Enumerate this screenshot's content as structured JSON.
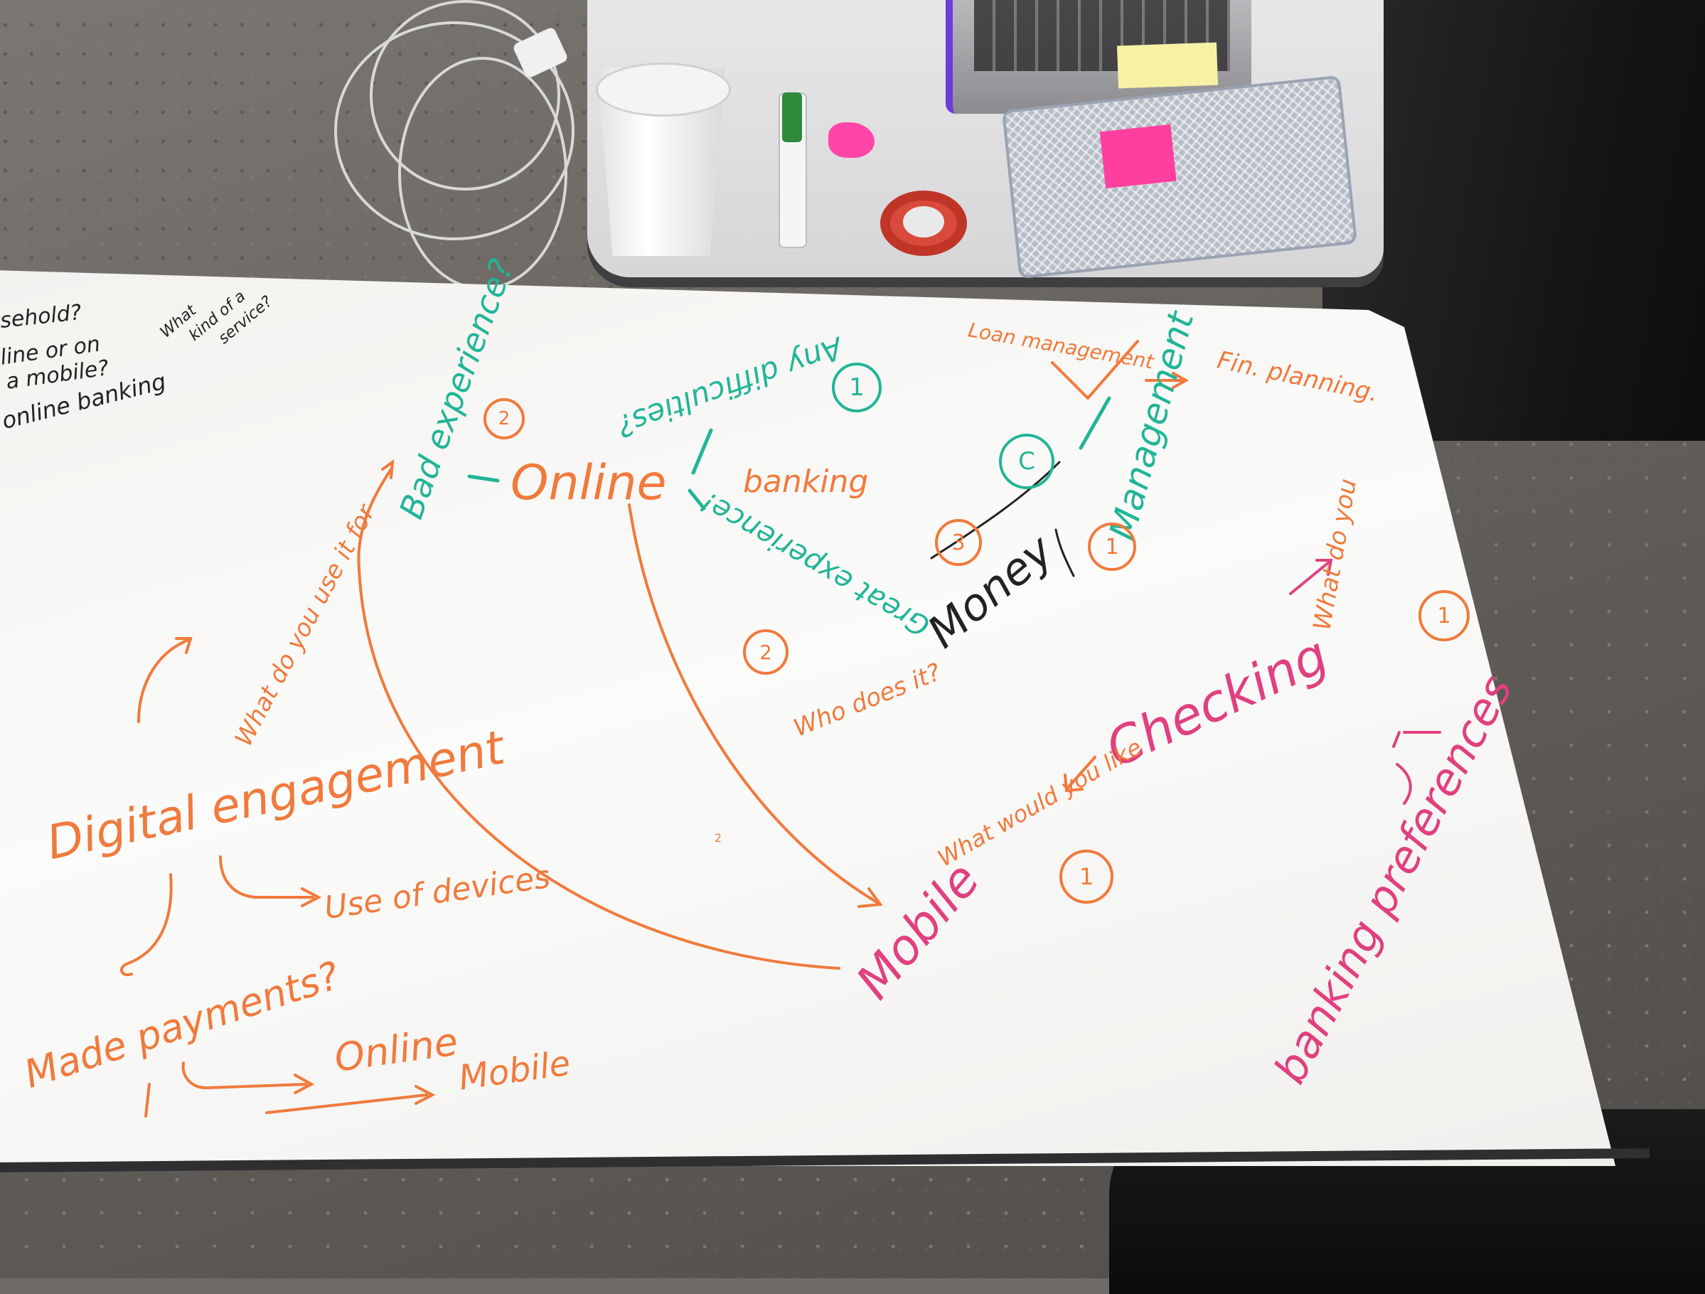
{
  "board": {
    "top_left_notes": [
      "sehold?",
      "line or on",
      "a mobile?",
      "What",
      "kind of a",
      "service?",
      "online banking"
    ],
    "bad_experience": "Bad experience?",
    "online_banking": {
      "online": "Online",
      "banking": "banking"
    },
    "any_difficulties": "Any difficulties?",
    "great_experience": "Great experience!",
    "loan_management": "Loan management",
    "management": "Management",
    "fin_planning": "Fin. planning.",
    "money": "Money",
    "what_do_you": "What do you",
    "checking": "Checking",
    "who_does_it": "Who does it?",
    "what_would_you_like": "What would you like",
    "mobile": "Mobile",
    "banking_preferences": "banking preferences",
    "digital_engagement": "Digital engagement",
    "what_do_you_use_it_for": "What do you use it for",
    "use_of_devices": "Use of devices",
    "made_payments": "Made payments?",
    "payments_online": "Online",
    "payments_mobile": "Mobile",
    "circled_numbers": [
      "1",
      "2",
      "2",
      "C",
      "3",
      "1",
      "1",
      "1",
      "2"
    ]
  },
  "colors": {
    "orange_marker": "#f07a3c",
    "teal_marker": "#21b597",
    "pink_marker": "#e0407f",
    "black_marker": "#222222"
  }
}
